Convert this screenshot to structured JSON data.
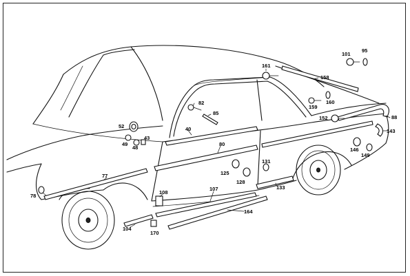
{
  "diagram": {
    "callouts": {
      "p161": "161",
      "p158": "158",
      "p101": "101",
      "p95": "95",
      "p82": "82",
      "p85": "85",
      "p52": "52",
      "p43": "43",
      "p49": "49",
      "p48": "48",
      "p40": "40",
      "p80": "80",
      "p159": "159",
      "p160": "160",
      "p152": "152",
      "p88": "88",
      "p143": "143",
      "p146": "146",
      "p149": "149",
      "p125": "125",
      "p131": "131",
      "p128": "128",
      "p77": "77",
      "p78": "78",
      "p107": "107",
      "p133": "133",
      "p108": "108",
      "p164": "164",
      "p104": "104",
      "p170": "170"
    }
  }
}
